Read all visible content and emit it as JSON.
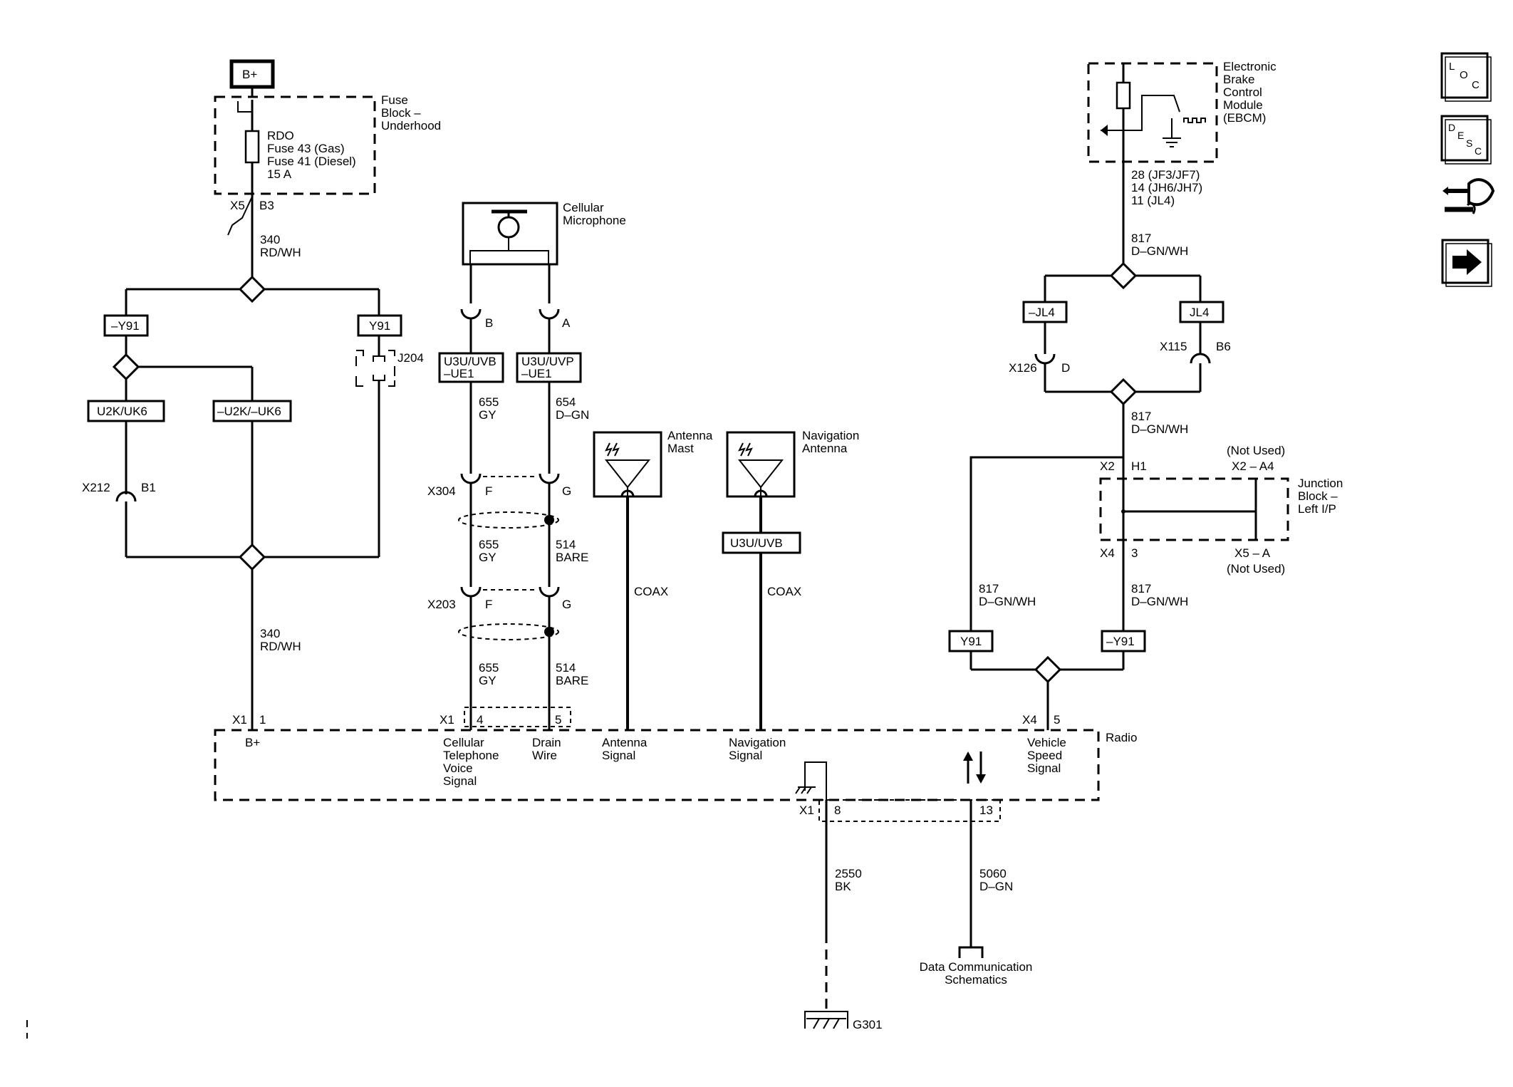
{
  "power": {
    "bplus": "B+"
  },
  "fuse_block": {
    "name": [
      "Fuse",
      "Block –",
      "Underhood"
    ],
    "fuse": [
      "RDO",
      "Fuse 43 (Gas)",
      "Fuse 41 (Diesel)",
      "15 A"
    ],
    "conn": "X5",
    "pin": "B3"
  },
  "wire_340_top": [
    "340",
    "RD/WH"
  ],
  "wire_340_bot": [
    "340",
    "RD/WH"
  ],
  "opts_left": {
    "ny91": "–Y91",
    "y91": "Y91",
    "u2k": "U2K/UK6",
    "nu2k": "–U2K/–UK6"
  },
  "j204": "J204",
  "x212": {
    "conn": "X212",
    "pin": "B1"
  },
  "microphone": {
    "name": [
      "Cellular",
      "Microphone"
    ],
    "pin_b": "B",
    "pin_a": "A"
  },
  "mic_opts": {
    "left": [
      "U3U/UVB",
      "–UE1"
    ],
    "right": [
      "U3U/UVP",
      "–UE1"
    ]
  },
  "mic_wires": {
    "w655a": [
      "655",
      "GY"
    ],
    "w654": [
      "654",
      "D–GN"
    ],
    "x304": "X304",
    "x304_f": "F",
    "x304_g": "G",
    "w655b": [
      "655",
      "GY"
    ],
    "w514a": [
      "514",
      "BARE"
    ],
    "x203": "X203",
    "x203_f": "F",
    "x203_g": "G",
    "w655c": [
      "655",
      "GY"
    ],
    "w514b": [
      "514",
      "BARE"
    ]
  },
  "antenna_mast": {
    "name": [
      "Antenna",
      "Mast"
    ],
    "wire": "COAX"
  },
  "nav_antenna": {
    "name": [
      "Navigation",
      "Antenna"
    ],
    "opt": "U3U/UVB",
    "wire": "COAX"
  },
  "ebcm": {
    "name": [
      "Electronic",
      "Brake",
      "Control",
      "Module",
      "(EBCM)"
    ],
    "pins": [
      "28 (JF3/JF7)",
      "14 (JH6/JH7)",
      "11 (JL4)"
    ],
    "wire_top": [
      "817",
      "D–GN/WH"
    ]
  },
  "opts_right": {
    "njl4": "–JL4",
    "jl4": "JL4",
    "y91": "Y91",
    "ny91": "–Y91"
  },
  "x126": {
    "conn": "X126",
    "pin": "D"
  },
  "x115": {
    "conn": "X115",
    "pin": "B6"
  },
  "wire_817_mid": [
    "817",
    "D–GN/WH"
  ],
  "junction_block": {
    "name": [
      "Junction",
      "Block –",
      "Left I/P"
    ],
    "x2": "X2",
    "h1": "H1",
    "x2a4": "X2 – A4",
    "not_used_top": "(Not Used)",
    "x4": "X4",
    "pin3": "3",
    "x5a": "X5 – A",
    "not_used_bot": "(Not Used)"
  },
  "wire_817_left": [
    "817",
    "D–GN/WH"
  ],
  "wire_817_right": [
    "817",
    "D–GN/WH"
  ],
  "radio": {
    "name": "Radio",
    "x1_left": "X1",
    "pin1": "1",
    "bplus": "B+",
    "x1_mid": "X1",
    "pin4": "4",
    "pin5": "5",
    "cell_signal": [
      "Cellular",
      "Telephone",
      "Voice",
      "Signal"
    ],
    "drain": [
      "Drain",
      "Wire"
    ],
    "ant_signal": [
      "Antenna",
      "Signal"
    ],
    "nav_signal": [
      "Navigation",
      "Signal"
    ],
    "x4": "X4",
    "pin5b": "5",
    "vss": [
      "Vehicle",
      "Speed",
      "Signal"
    ],
    "x1_bot": "X1",
    "pin8": "8",
    "pin13": "13"
  },
  "ground": {
    "wire": [
      "2550",
      "BK"
    ],
    "name": "G301"
  },
  "data_comm": {
    "wire": [
      "5060",
      "D–GN"
    ],
    "name": [
      "Data Communication",
      "Schematics"
    ]
  },
  "nav_icons": [
    "loc-icon",
    "desc-icon",
    "connector-end-view-icon",
    "next-arrow-icon"
  ]
}
